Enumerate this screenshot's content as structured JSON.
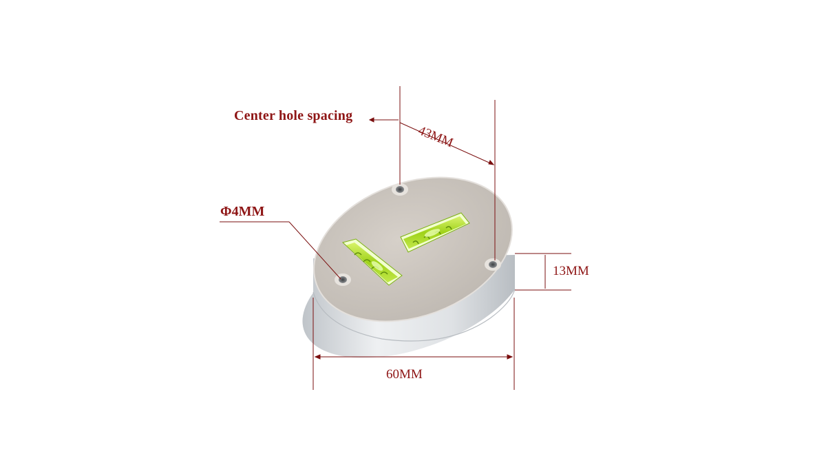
{
  "labels": {
    "center_hole_spacing": "Center hole spacing",
    "hole_diameter": "Φ4MM",
    "hole_spacing_value": "43MM",
    "height_value": "13MM",
    "diameter_value": "60MM"
  },
  "colors": {
    "annotation_red": "#8e1515",
    "disc_top": "#c9c3bc",
    "disc_side": "#d9dcdf",
    "vial_green": "#a5d81f"
  },
  "icons": {
    "mounting_hole": "screw-hole-icon",
    "bubble_vial": "bubble-level-vial"
  }
}
